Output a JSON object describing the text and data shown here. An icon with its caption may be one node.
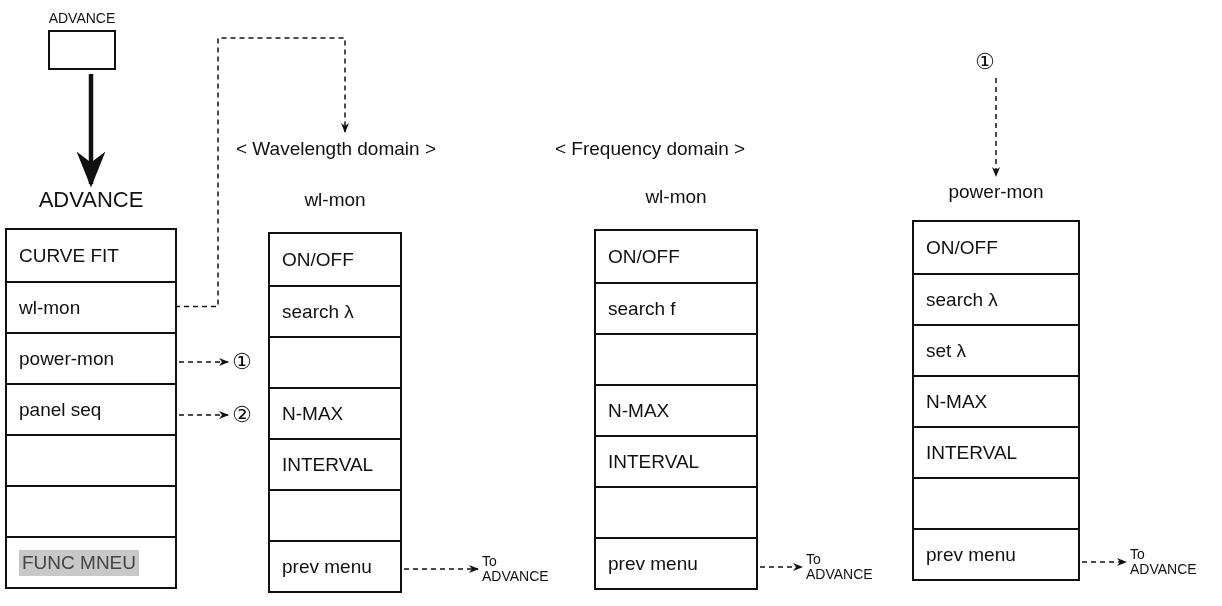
{
  "diagram": {
    "nodes": [
      {
        "text": [
          "ADVANCE"
        ]
      },
      {
        "text": [
          "ADVANCE"
        ]
      },
      {
        "text": [
          "CURVE FIT"
        ],
        "in": 1
      },
      {
        "text": [
          "wl-mon"
        ],
        "in": 1
      },
      {
        "text": [
          "power-mon"
        ],
        "in": 1
      },
      {
        "text": [
          "panel seq"
        ],
        "in": 1
      },
      {
        "text": [],
        "shape": "box",
        "in": 1
      },
      {
        "text": [],
        "shape": "box",
        "in": 1
      },
      {
        "text": [
          "FUNC MNEU"
        ],
        "in": 1
      },
      {
        "text": [
          "①"
        ]
      },
      {
        "text": [
          "②"
        ]
      },
      {
        "text": [
          "< Wavelength domain >"
        ]
      },
      {
        "text": [
          "wl-mon"
        ]
      },
      {
        "text": [
          "ON/OFF"
        ],
        "in": 12
      },
      {
        "text": [
          "search λ"
        ],
        "in": 12
      },
      {
        "text": [],
        "shape": "box",
        "in": 12
      },
      {
        "text": [
          "N-MAX"
        ],
        "in": 12
      },
      {
        "text": [
          "INTERVAL"
        ],
        "in": 12
      },
      {
        "text": [],
        "shape": "box",
        "in": 12
      },
      {
        "text": [
          "prev menu"
        ],
        "in": 12
      },
      {
        "text": [
          "To ADVANCE"
        ]
      },
      {
        "text": [
          "wl-mon"
        ]
      },
      {
        "text": [
          "ON/OFF"
        ],
        "in": 21
      },
      {
        "text": [
          "search f"
        ],
        "in": 21
      },
      {
        "text": [],
        "shape": "box",
        "in": 21
      },
      {
        "text": [
          "N-MAX"
        ],
        "in": 21
      },
      {
        "text": [
          "INTERVAL"
        ],
        "in": 21
      },
      {
        "text": [],
        "shape": "box",
        "in": 21
      },
      {
        "text": [
          "prev menu"
        ],
        "in": 21
      },
      {
        "text": [
          "To ADVANCE"
        ]
      },
      {
        "text": [
          "①"
        ]
      },
      {
        "text": [
          "power-mon"
        ]
      },
      {
        "text": [
          "ON/OFF"
        ],
        "in": 31
      },
      {
        "text": [
          "search λ"
        ],
        "in": 31
      },
      {
        "text": [
          "set λ"
        ],
        "in": 31
      },
      {
        "text": [
          "N-MAX"
        ],
        "in": 31
      },
      {
        "text": [
          "INTERVAL"
        ],
        "in": 31
      },
      {
        "text": [],
        "shape": "box",
        "in": 31
      },
      {
        "text": [
          "prev menu"
        ],
        "in": 31
      },
      {
        "text": [
          "To ADVANCE"
        ]
      }
    ],
    "edges": [
      {
        "from": 0,
        "to": 1,
        "arrow": "to",
        "style": "thick"
      },
      {
        "from": 3,
        "to": 11,
        "arrow": "to",
        "style": "dashed"
      },
      {
        "from": 4,
        "to": 9,
        "arrow": "to",
        "style": "dashed"
      },
      {
        "from": 5,
        "to": 10,
        "arrow": "to",
        "style": "dashed"
      },
      {
        "from": 19,
        "to": 20,
        "arrow": "to",
        "style": "dashed"
      },
      {
        "from": 28,
        "to": 29,
        "arrow": "to",
        "style": "dashed"
      },
      {
        "from": 30,
        "to": 31,
        "arrow": "to",
        "style": "dashed"
      },
      {
        "from": 38,
        "to": 39,
        "arrow": "to",
        "style": "dashed"
      }
    ],
    "labels": [
      "< Frequency domain >"
    ]
  }
}
